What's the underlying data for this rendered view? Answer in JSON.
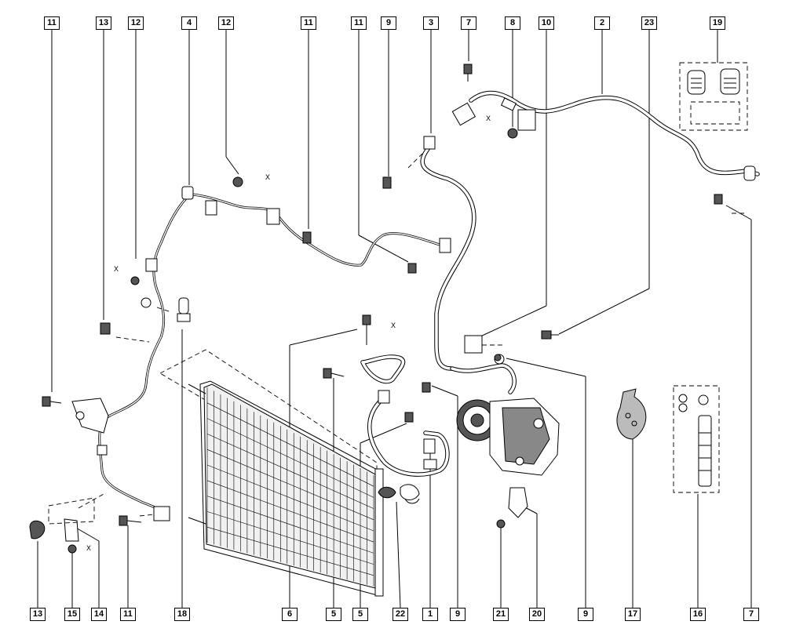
{
  "callouts": [
    {
      "id": "c-top-11a",
      "label": "11"
    },
    {
      "id": "c-top-13",
      "label": "13"
    },
    {
      "id": "c-top-12a",
      "label": "12"
    },
    {
      "id": "c-top-4",
      "label": "4"
    },
    {
      "id": "c-top-12b",
      "label": "12"
    },
    {
      "id": "c-top-11b",
      "label": "11"
    },
    {
      "id": "c-top-11c",
      "label": "11"
    },
    {
      "id": "c-top-9",
      "label": "9"
    },
    {
      "id": "c-top-3",
      "label": "3"
    },
    {
      "id": "c-top-7",
      "label": "7"
    },
    {
      "id": "c-top-8",
      "label": "8"
    },
    {
      "id": "c-top-10",
      "label": "10"
    },
    {
      "id": "c-top-2",
      "label": "2"
    },
    {
      "id": "c-top-23",
      "label": "23"
    },
    {
      "id": "c-top-19",
      "label": "19"
    },
    {
      "id": "c-bot-13",
      "label": "13"
    },
    {
      "id": "c-bot-15",
      "label": "15"
    },
    {
      "id": "c-bot-14",
      "label": "14"
    },
    {
      "id": "c-bot-11",
      "label": "11"
    },
    {
      "id": "c-bot-18",
      "label": "18"
    },
    {
      "id": "c-bot-6",
      "label": "6"
    },
    {
      "id": "c-bot-5a",
      "label": "5"
    },
    {
      "id": "c-bot-5b",
      "label": "5"
    },
    {
      "id": "c-bot-22",
      "label": "22"
    },
    {
      "id": "c-bot-1",
      "label": "1"
    },
    {
      "id": "c-bot-9",
      "label": "9"
    },
    {
      "id": "c-bot-21",
      "label": "21"
    },
    {
      "id": "c-bot-20",
      "label": "20"
    },
    {
      "id": "c-bot-9b",
      "label": "9"
    },
    {
      "id": "c-bot-17",
      "label": "17"
    },
    {
      "id": "c-bot-16",
      "label": "16"
    },
    {
      "id": "c-bot-7",
      "label": "7"
    }
  ],
  "tightening_marks": [
    {
      "id": "x-12-top",
      "label": "X"
    },
    {
      "id": "x-8",
      "label": "X"
    },
    {
      "id": "x-12-left",
      "label": "X"
    },
    {
      "id": "x-6",
      "label": "X"
    },
    {
      "id": "x-15",
      "label": "X"
    }
  ]
}
